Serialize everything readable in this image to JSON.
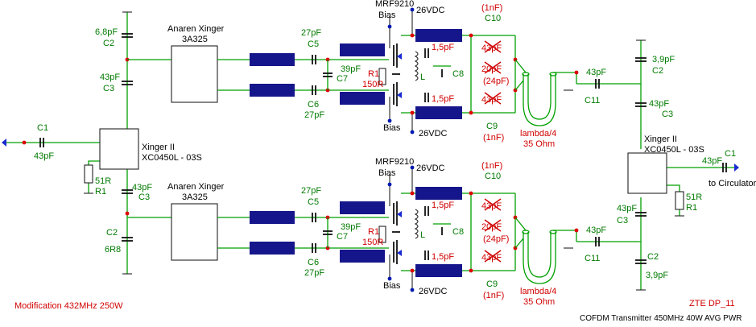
{
  "labels": {
    "xinger_in": [
      "Xinger II",
      "XC0450L - 03S"
    ],
    "xinger_out": [
      "Xinger II",
      "XC0450L - 03S"
    ],
    "anaren_top": [
      "Anaren Xinger",
      "3A325"
    ],
    "anaren_bot": [
      "Anaren Xinger",
      "3A325"
    ],
    "c1_in": [
      "C1",
      "43pF"
    ],
    "r1_in": [
      "51R",
      "R1"
    ],
    "c2_top": [
      "6,8pF",
      "C2"
    ],
    "c3_top": [
      "43pF",
      "C3"
    ],
    "c3_bot": [
      "43pF",
      "C3"
    ],
    "c2_bot": [
      "C2",
      "6R8"
    ],
    "c5_top": [
      "27pF",
      "C5"
    ],
    "c6_top": [
      "C6",
      "27pF"
    ],
    "c7_top": [
      "39pF",
      "C7"
    ],
    "c5_bot": [
      "27pF",
      "C5"
    ],
    "c6_bot": [
      "C6",
      "27pF"
    ],
    "c7_bot": [
      "39pF",
      "C7"
    ],
    "r1_150": [
      "R1",
      "150R"
    ],
    "mrf": "MRF9210",
    "bias": "Bias",
    "vdc": "26VDC",
    "pf15": "1,5pF",
    "inductor": "L",
    "c8": "C8",
    "c10": [
      "(1nF)",
      "C10"
    ],
    "c9": [
      "C9",
      "(1nF)"
    ],
    "pf43": "43pF",
    "pf20": "20pF",
    "pf24": "(24pF)",
    "lambda": [
      "lambda/4",
      "35 Ohm"
    ],
    "c11": [
      "43pF",
      "C11"
    ],
    "c2_out_top": [
      "3,9pF",
      "C2"
    ],
    "c3_out_top": [
      "43pF",
      "C3"
    ],
    "c3_out_bot": [
      "43pF",
      "C3"
    ],
    "c2_out_bot": [
      "C2",
      "3,9pF"
    ],
    "c1_out": [
      "C1",
      "43pF"
    ],
    "r1_out": [
      "51R",
      "R1"
    ],
    "to_circ": "to Circulator",
    "modification": "Modification 432MHz 250W",
    "zte": "ZTE DP_11",
    "cofdm": "COFDM Transmitter 450MHz 40W AVG PWR"
  },
  "colors": {
    "wire": "#00a000",
    "stripline": "#16168c",
    "node": "#e00000",
    "changed_text": "#d00000"
  }
}
